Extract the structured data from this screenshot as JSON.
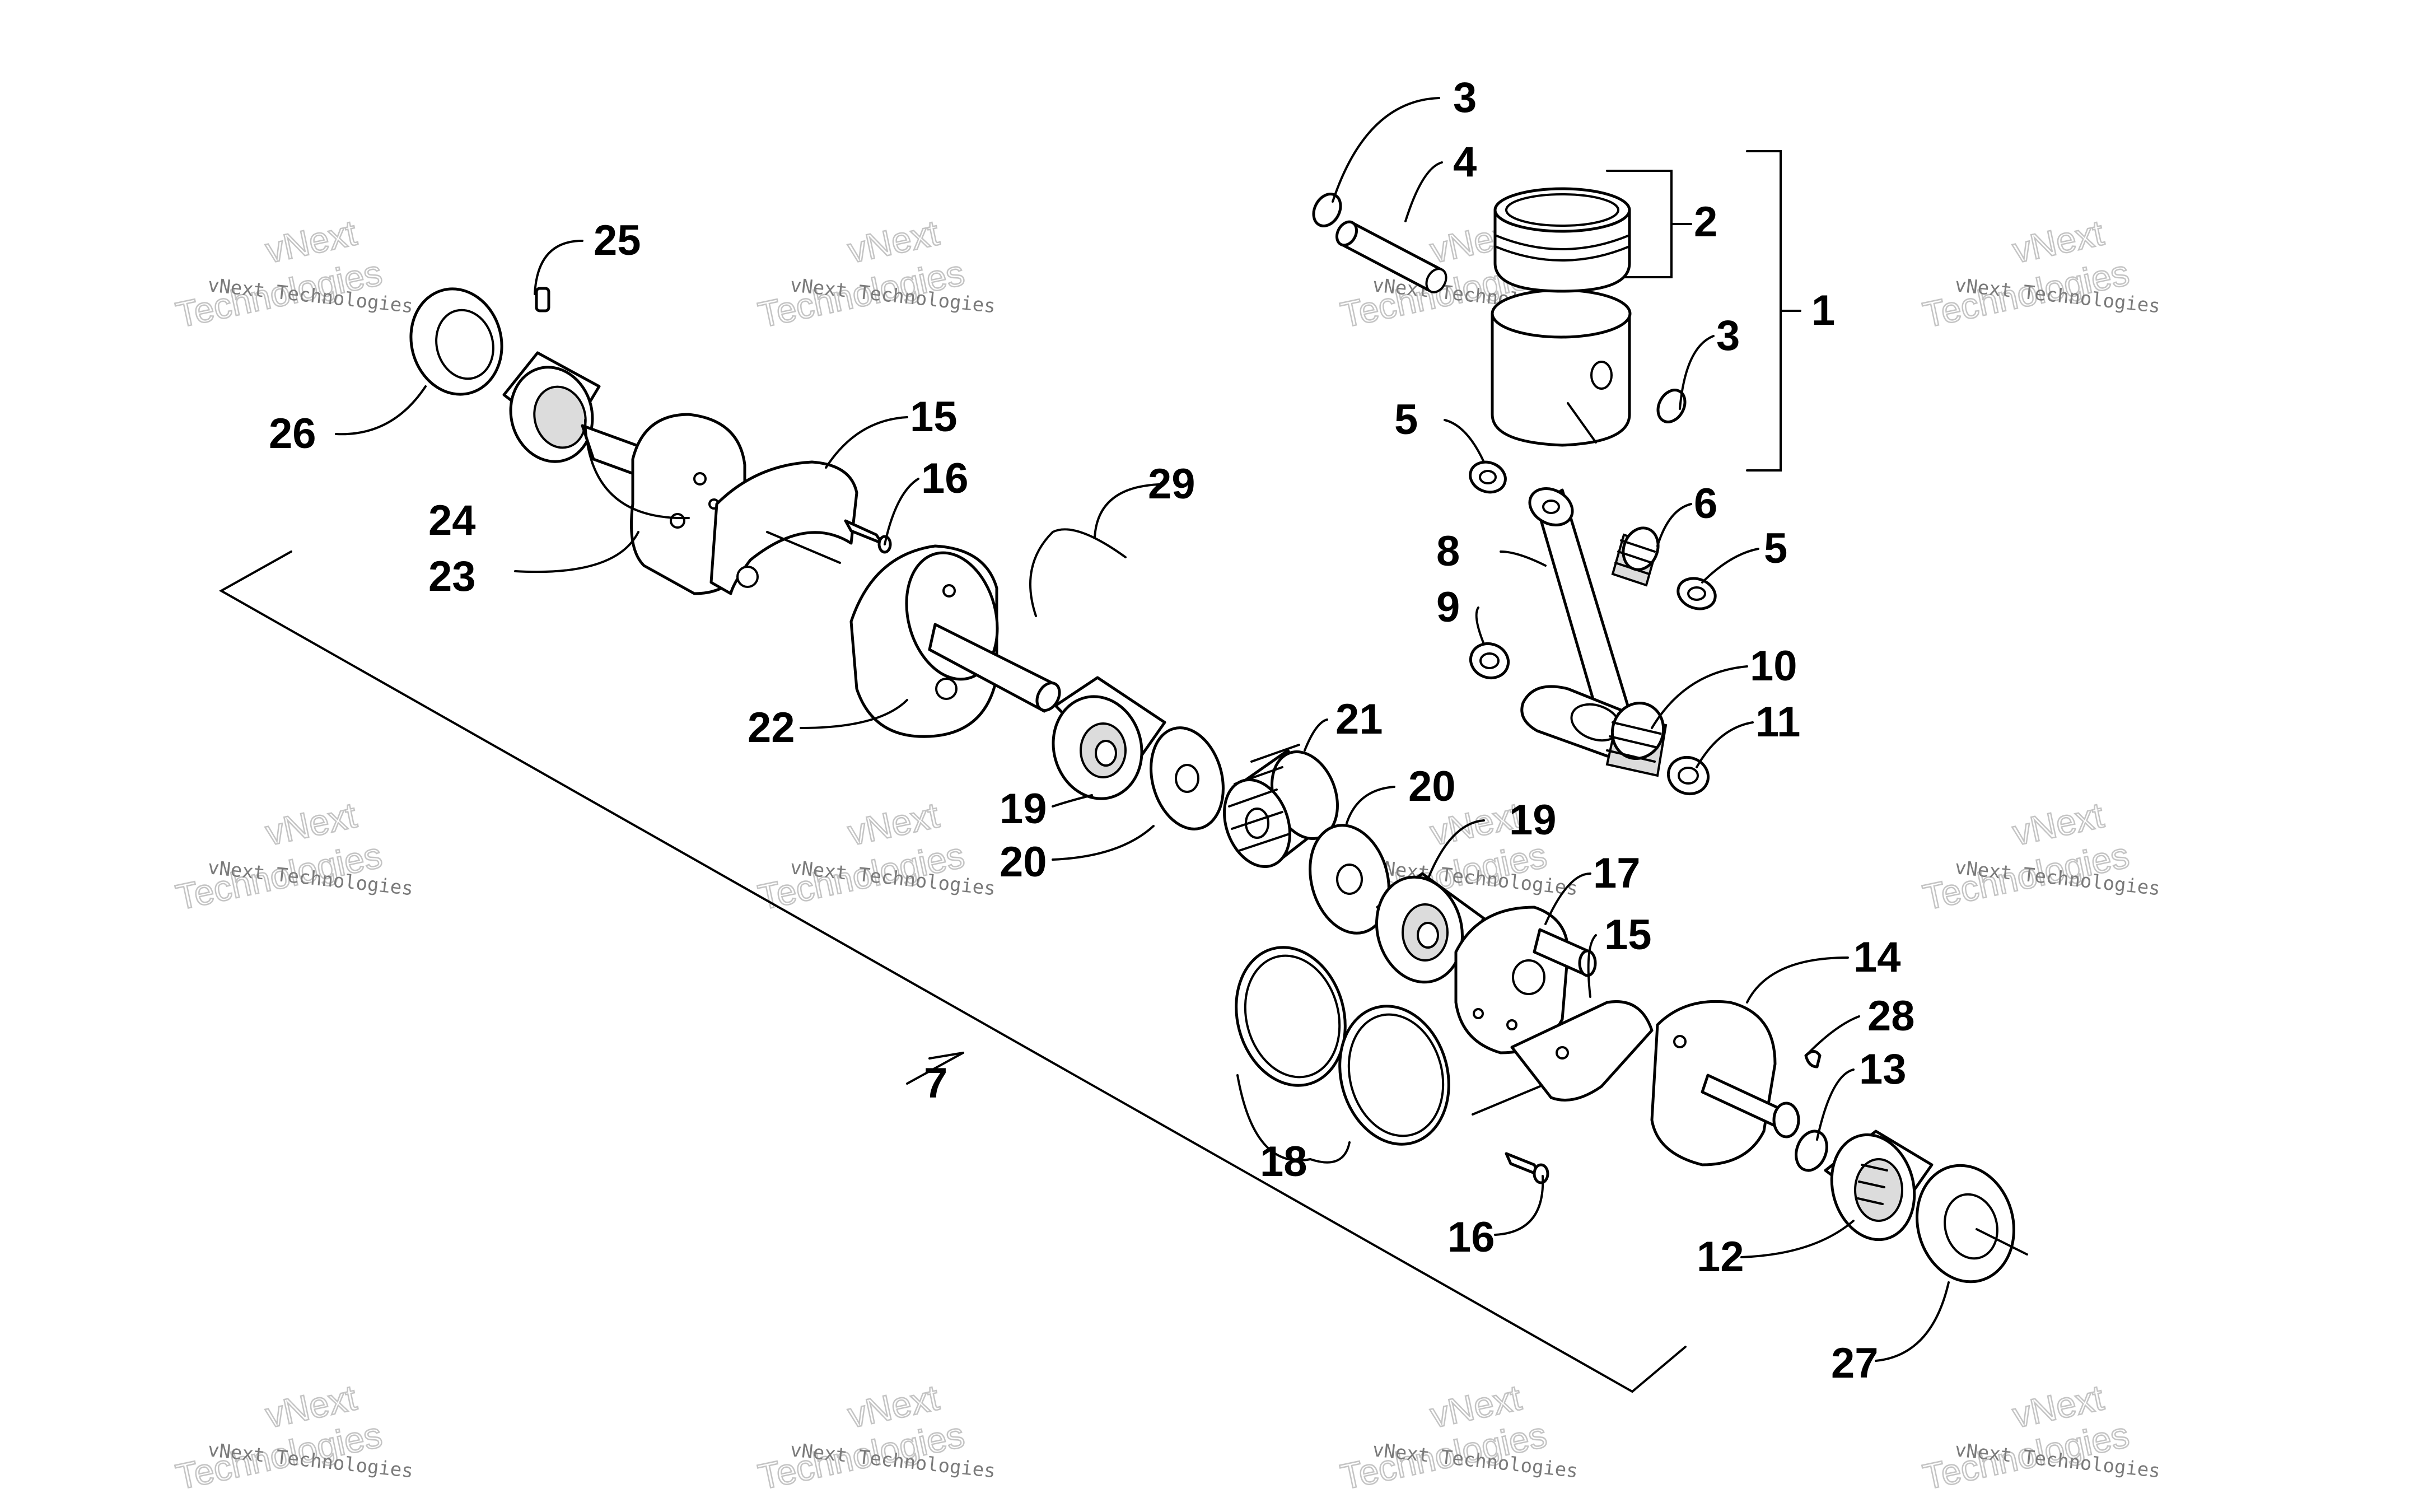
{
  "watermark": {
    "line1": "vNext",
    "line2": "Technologies",
    "small": "vNext Technologies"
  },
  "callouts": {
    "c1": "1",
    "c2": "2",
    "c3a": "3",
    "c3b": "3",
    "c4": "4",
    "c5a": "5",
    "c5b": "5",
    "c6": "6",
    "c7": "7",
    "c8": "8",
    "c9": "9",
    "c10": "10",
    "c11": "11",
    "c12": "12",
    "c13": "13",
    "c14": "14",
    "c15a": "15",
    "c15b": "15",
    "c16a": "16",
    "c16b": "16",
    "c17": "17",
    "c18": "18",
    "c19a": "19",
    "c19b": "19",
    "c20a": "20",
    "c20b": "20",
    "c21": "21",
    "c22": "22",
    "c23": "23",
    "c24": "24",
    "c25": "25",
    "c26": "26",
    "c27": "27",
    "c28": "28",
    "c29": "29"
  }
}
